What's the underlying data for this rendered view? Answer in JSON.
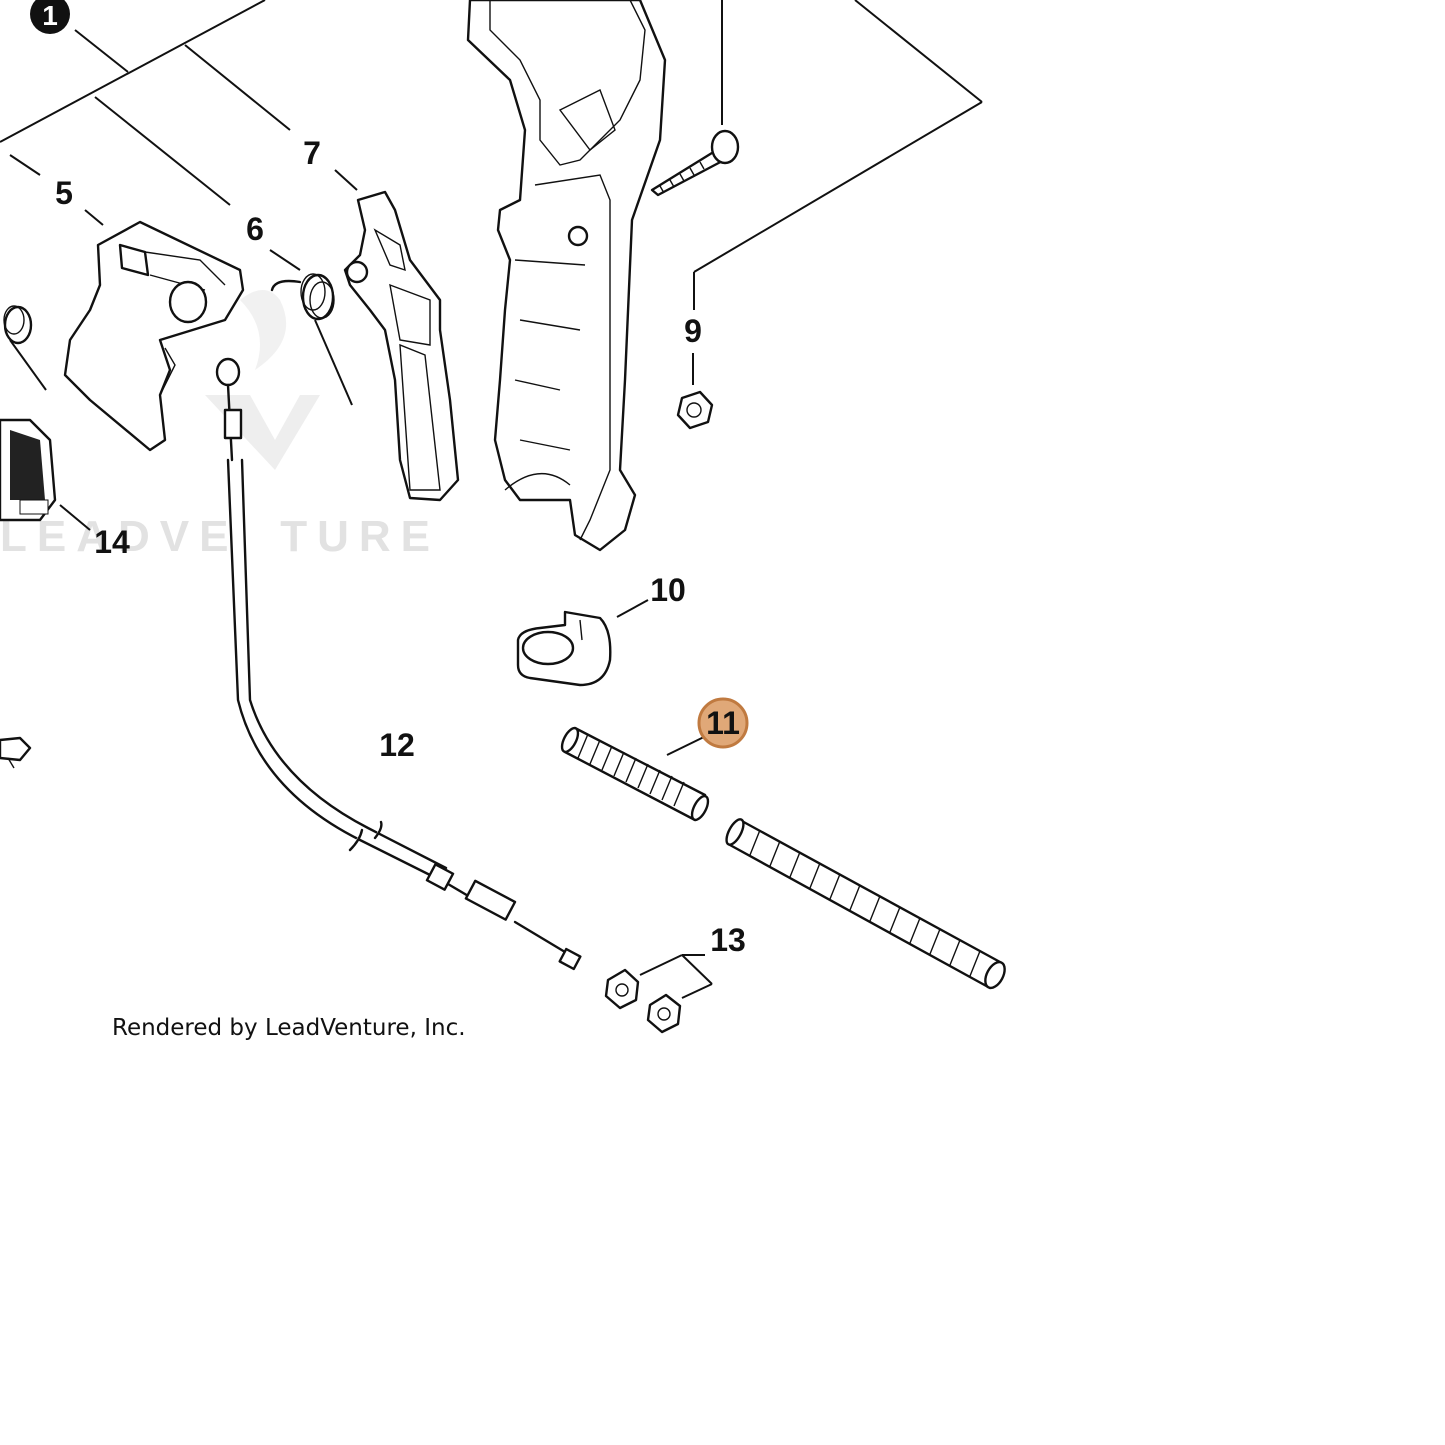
{
  "diagram": {
    "callouts": [
      {
        "id": "1",
        "text": "1"
      },
      {
        "id": "5",
        "text": "5"
      },
      {
        "id": "6",
        "text": "6"
      },
      {
        "id": "7",
        "text": "7"
      },
      {
        "id": "9",
        "text": "9"
      },
      {
        "id": "10",
        "text": "10"
      },
      {
        "id": "11",
        "text": "11",
        "highlighted": true
      },
      {
        "id": "12",
        "text": "12"
      },
      {
        "id": "13",
        "text": "13"
      },
      {
        "id": "14",
        "text": "14"
      }
    ],
    "watermark": "LEADVENTURE",
    "credit": "Rendered by LeadVenture, Inc.",
    "highlight_color": "#e0a878",
    "highlight_border": "#c07a40"
  }
}
